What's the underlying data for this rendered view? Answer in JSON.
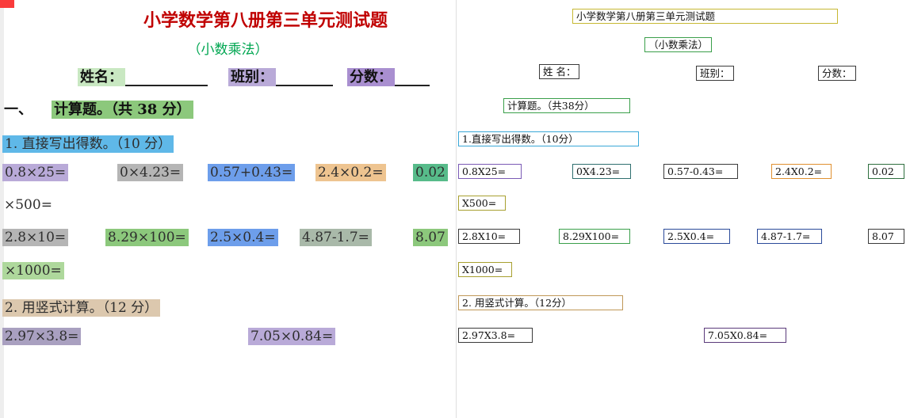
{
  "palette": {
    "title_red": "#c00000",
    "subtitle_green": "#00a651",
    "highlights": [
      "#c9e8c2",
      "#b9aad8",
      "#a98fd0",
      "#8cc87c",
      "#5fb8e8",
      "#b5b5b5",
      "#6d9eeb",
      "#eec490",
      "#57bb8a",
      "#aed89c",
      "#a9b9a9",
      "#dcc8ae",
      "#a9a0c0"
    ],
    "box_borders": [
      "#c6b832",
      "#3a9f4a",
      "#a8a030",
      "#3a3a3a",
      "#3aa8d8",
      "#7a5ab5",
      "#e09030",
      "#2a4a9a",
      "#c09858",
      "#5a3a7a"
    ]
  },
  "left": {
    "title": "小学数学第八册第三单元测试题",
    "subtitle": "（小数乘法）",
    "name_label": "姓名：",
    "class_label": "班别：",
    "score_label": "分数：",
    "section_no": "一、",
    "section_title": "计算题。（共 38 分）",
    "q1_title": "1. 直接写出得数。（10 分）",
    "row1": [
      "0.8×25=",
      "0×4.23=",
      "0.57+0.43=",
      "2.4×0.2=",
      "0.02"
    ],
    "row1_cont": "×500=",
    "row2": [
      "2.8×10=",
      "8.29×100=",
      "2.5×0.4=",
      "4.87-1.7=",
      "8.07"
    ],
    "row2_cont": "×1000=",
    "q2_title": "2. 用竖式计算。（12 分）",
    "row3": [
      "2.97×3.8=",
      "7.05×0.84="
    ]
  },
  "right": {
    "title": "小学数学第八册第三单元测试题",
    "subtitle": "（小数乘法）",
    "name_label": "姓 名：",
    "class_label": "班别：",
    "score_label": "分数：",
    "section_title": "计算题。（共38分）",
    "q1_title": "1.直接写出得数。（10分）",
    "row1": [
      "0.8X25=",
      "0X4.23=",
      "0.57-0.43=",
      "2.4X0.2=",
      "0.02"
    ],
    "row1_cont": "X500=",
    "row2": [
      "2.8X10=",
      "8.29X100=",
      "2.5X0.4=",
      "4.87-1.7=",
      "8.07"
    ],
    "row2_cont": "X1000=",
    "q2_title": "2. 用竖式计算。（12分）",
    "row3": [
      "2.97X3.8=",
      "7.05X0.84="
    ]
  }
}
